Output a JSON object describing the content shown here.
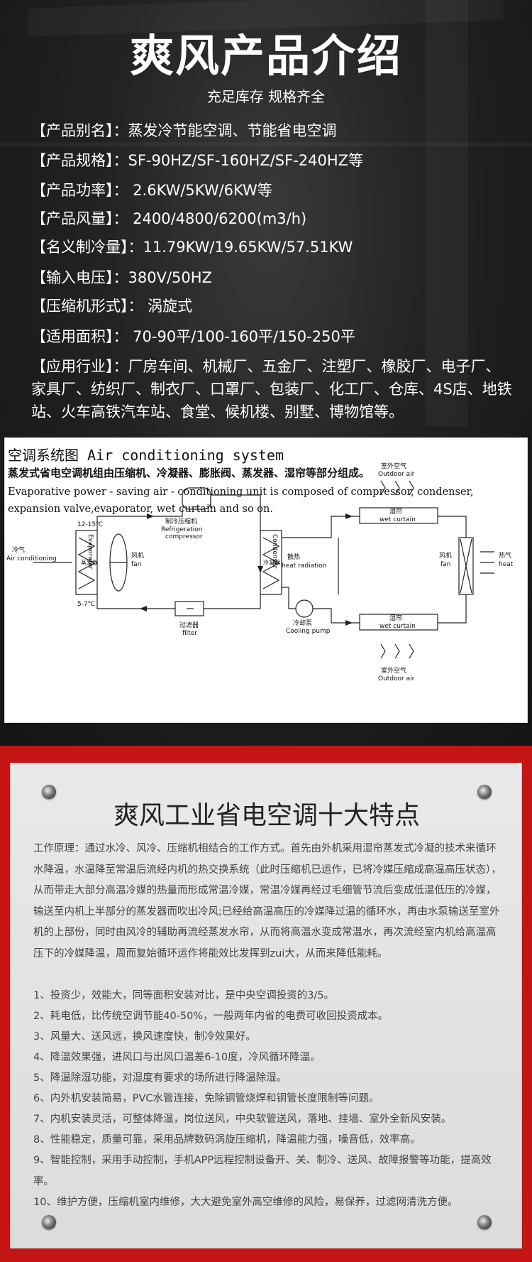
{
  "header": {
    "title": "爽风产品介绍",
    "subtitle": "充足库存 规格齐全"
  },
  "specs": [
    {
      "label": "【产品别名】",
      "value": "：蒸发冷节能空调、节能省电空调"
    },
    {
      "label": "【产品规格】",
      "value": "：SF-90HZ/SF-160HZ/SF-240HZ等"
    },
    {
      "label": "【产品功率】",
      "value": "： 2.6KW/5KW/6KW等"
    },
    {
      "label": "【产品风量】",
      "value": "： 2400/4800/6200(m3/h)"
    },
    {
      "label": "【名义制冷量】",
      "value": "：11.79KW/19.65KW/57.51KW"
    },
    {
      "label": "【输入电压】",
      "value": "：380V/50HZ"
    },
    {
      "label": "【压缩机形式】",
      "value": "： 涡旋式"
    },
    {
      "label": "【适用面积】",
      "value": "： 70-90平/100-160平/150-250平"
    },
    {
      "label": "【应用行业】",
      "value": "：厂房车间、机械厂、五金厂、注塑厂、橡胶厂、电子厂、家具厂、纺织厂、制衣厂、口罩厂、包装厂、化工厂、仓库、4S店、地铁站、火车高铁汽车站、食堂、候机楼、别墅、博物馆等。"
    }
  ],
  "diagram": {
    "title": "空调系统图   Air conditioning system",
    "desc_cn": "蒸发式省电空调机组由压缩机、冷凝器、膨胀阀、蒸发器、湿帘等部分组成。",
    "desc_en": "Evaporative power - saving air - conditioning unit is composed of compressor, condenser, expansion valve,evaporator, wet curtain and so on.",
    "labels": {
      "temp_high": "12-15℃",
      "temp_low": "5-7℃",
      "cold_air_cn": "冷气",
      "cold_air_en": "Air conditioning",
      "evaporator_cn": "蒸发器",
      "evaporator_en": "Evaporator",
      "fan_cn": "风机",
      "fan_en": "fan",
      "compressor_cn": "制冷压缩机",
      "compressor_en1": "Refrigeration",
      "compressor_en2": "compressor",
      "condenser_cn": "冷凝器",
      "condenser_en": "Condenser",
      "heat_cn": "散热",
      "heat_en": "heat radiation",
      "pump_cn": "冷却泵",
      "pump_en": "Cooling pump",
      "filter_cn": "过滤器",
      "filter_en": "filter",
      "outdoor_cn": "室外空气",
      "outdoor_en": "Outdoor air",
      "curtain_cn": "湿帘",
      "curtain_en": "wet curtain",
      "fan2_cn": "风机",
      "fan2_en": "fan",
      "hot_cn": "热气",
      "hot_en": "heat"
    }
  },
  "features": {
    "title": "爽风工业省电空调十大特点",
    "intro": "工作原理：通过水冷、风冷、压缩机相结合的工作方式。首先由外机采用湿帘蒸发式冷凝的技术来循环水降温，水温降至常温后流经内机的热交换系统（此时压缩机已运作，已将冷媒压缩成高温高压状态），从而带走大部分高温冷媒的热量而形成常温冷媒，常温冷媒再经过毛细管节流后变成低温低压的冷媒，输送至内机上半部分的蒸发器而吹出冷风;已经给高温高压的冷媒降过温的循环水，再由水泵输送至室外机的上部份，同时由风冷的辅助再流经蒸发水帘，从而将高温水变成常温水，再次流经室内机给高温高压下的冷媒降温，周而复始循环运作将能效比发挥到zui大，从而来降低能耗。",
    "items": [
      "1、投资少，效能大，同等面积安装对比，是中央空调投资的3/5。",
      "2、耗电低，比传统空调节能40-50%，一般两年内省的电费可收回投资成本。",
      "3、风量大、送风远，换风速度快，制冷效果好。",
      "4、降温效果强，进风口与出风口温差6-10度，冷风循环降温。",
      "5、降温除湿功能，对湿度有要求的场所进行降温除湿。",
      "6、内外机安装简易，PVC水管连接，免除铜管烧焊和铜管长度限制等问题。",
      "7、内机安装灵活，可整体降温，岗位送风，中央软管送风，落地、挂墙、室外全新风安装。",
      "8、性能稳定，质量可靠，采用品牌数码涡旋压缩机，降温能力强，噪音低，效率高。",
      "9、智能控制，采用手动控制，手机APP远程控制设备开、关、制冷、送风、故障报警等功能，提高效率。",
      "10、维护方便，压缩机室内维修，大大避免室外高空维修的风险，易保养，过滤网清洗方便。"
    ]
  }
}
